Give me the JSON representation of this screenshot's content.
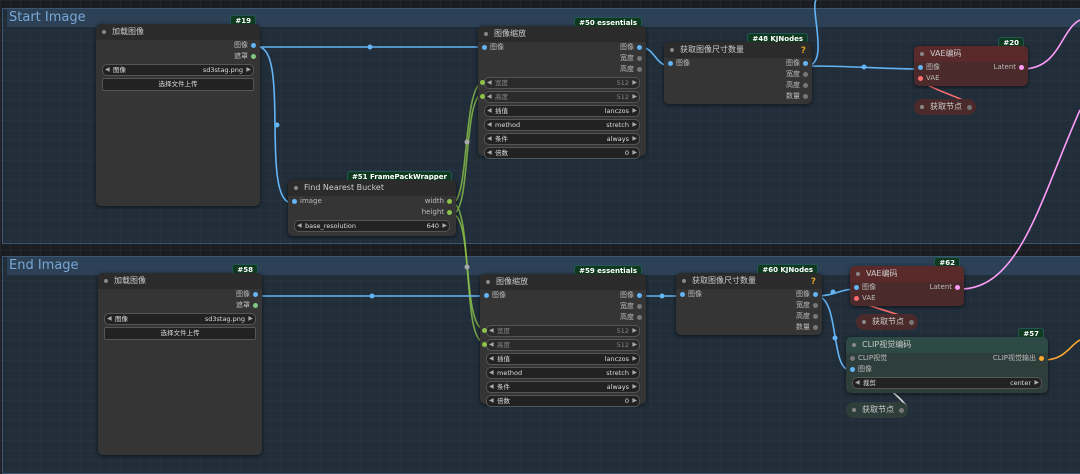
{
  "groups": {
    "start": "Start Image",
    "end": "End Image"
  },
  "nodes": {
    "load1": {
      "badge": "#19",
      "title": "加载图像",
      "out_image": "图像",
      "out_mask": "遮罩",
      "widget_label": "图像",
      "widget_value": "sd3stag.png",
      "button": "选择文件上传"
    },
    "load2": {
      "badge": "#58",
      "title": "加载图像",
      "out_image": "图像",
      "out_mask": "遮罩",
      "widget_label": "图像",
      "widget_value": "sd3stag.png",
      "button": "选择文件上传"
    },
    "scale1": {
      "badge": "#50 essentials",
      "title": "图像缩放",
      "in_image": "图像",
      "outs": [
        "图像",
        "宽度",
        "高度"
      ],
      "w_label": "宽度",
      "w_value": "512",
      "h_label": "高度",
      "h_value": "512",
      "widgets": [
        {
          "label": "插值",
          "value": "lanczos"
        },
        {
          "label": "method",
          "value": "stretch"
        },
        {
          "label": "条件",
          "value": "always"
        },
        {
          "label": "倍数",
          "value": "0"
        }
      ]
    },
    "scale2": {
      "badge": "#59 essentials",
      "title": "图像缩放",
      "in_image": "图像",
      "outs": [
        "图像",
        "宽度",
        "高度"
      ],
      "w_label": "宽度",
      "w_value": "512",
      "h_label": "高度",
      "h_value": "512",
      "widgets": [
        {
          "label": "插值",
          "value": "lanczos"
        },
        {
          "label": "method",
          "value": "stretch"
        },
        {
          "label": "条件",
          "value": "always"
        },
        {
          "label": "倍数",
          "value": "0"
        }
      ]
    },
    "size1": {
      "badge": "#48 KJNodes",
      "title": "获取图像尺寸数量",
      "in": "图像",
      "outs": [
        "图像",
        "宽度",
        "高度",
        "数量"
      ],
      "q": "?"
    },
    "size2": {
      "badge": "#60 KJNodes",
      "title": "获取图像尺寸数量",
      "in": "图像",
      "outs": [
        "图像",
        "宽度",
        "高度",
        "数量"
      ],
      "q": "?"
    },
    "bucket": {
      "badge": "#51 FramePackWrapper",
      "title": "Find Nearest Bucket",
      "in": "image",
      "out_w": "width",
      "out_h": "height",
      "w_label": "base_resolution",
      "w_value": "640"
    },
    "vae1": {
      "badge": "#20",
      "title": "VAE编码",
      "in1": "图像",
      "in2": "VAE",
      "out": "Latent"
    },
    "vae2": {
      "badge": "#62",
      "title": "VAE编码",
      "in1": "图像",
      "in2": "VAE",
      "out": "Latent"
    },
    "get1": {
      "title": "获取节点"
    },
    "get2": {
      "title": "获取节点"
    },
    "get3": {
      "title": "获取节点"
    },
    "clip": {
      "badge": "#57",
      "title": "CLIP视觉编码",
      "in1": "CLIP视觉",
      "in2": "图像",
      "out": "CLIP视觉输出",
      "w_label": "裁剪",
      "w_value": "center"
    }
  }
}
